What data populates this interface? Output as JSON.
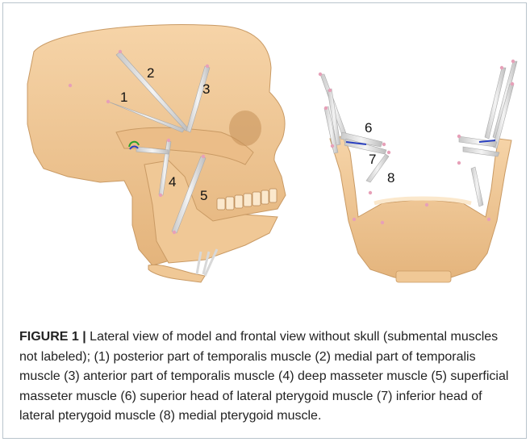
{
  "figure": {
    "label": "FIGURE 1 |",
    "caption": " Lateral view of model and frontal view without skull (submental muscles not labeled); (1) posterior part of temporalis muscle (2) medial part of temporalis muscle (3) anterior part of temporalis muscle (4) deep masseter muscle (5) superficial masseter muscle (6) superior head of lateral pterygoid muscle (7) inferior head of lateral pterygoid muscle (8) medial pterygoid muscle.",
    "muscle_labels": [
      "1",
      "2",
      "3",
      "4",
      "5",
      "6",
      "7",
      "8"
    ],
    "colors": {
      "bone": "#f0c896",
      "bone_shadow": "#d9aa72",
      "muscle": "#dcdcdc",
      "attachment_point": "#e7a0b8"
    }
  }
}
